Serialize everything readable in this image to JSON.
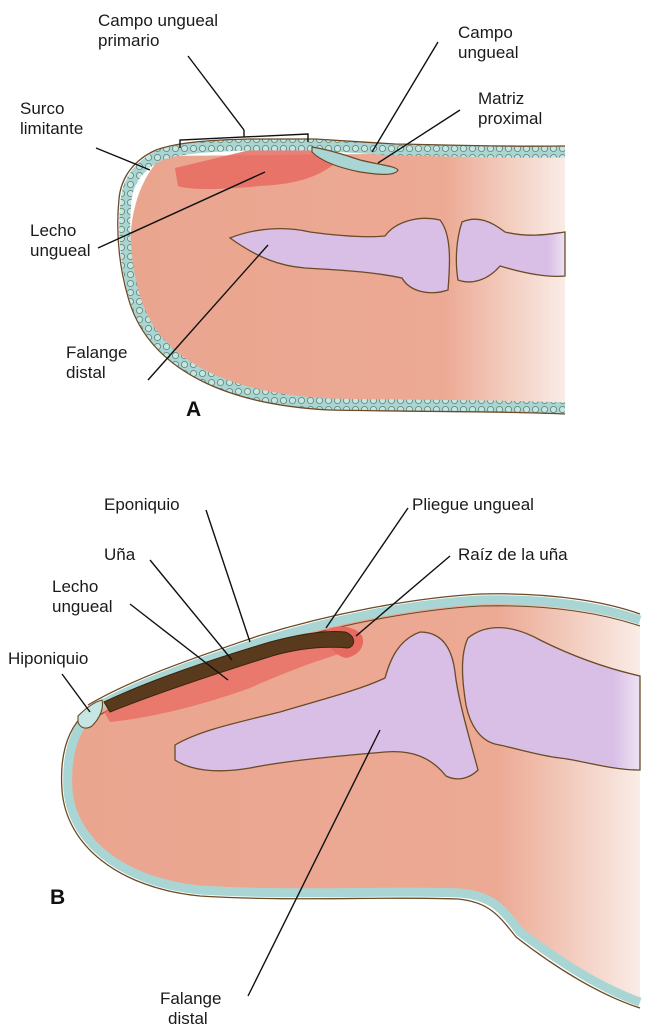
{
  "panel_a": {
    "letter": "A",
    "labels": {
      "campo_ungueal_primario": [
        "Campo ungueal",
        "primario"
      ],
      "campo_ungueal": [
        "Campo",
        "ungueal"
      ],
      "surco_limitante": [
        "Surco",
        "limitante"
      ],
      "matriz_proximal": [
        "Matriz",
        "proximal"
      ],
      "lecho_ungueal": [
        "Lecho",
        "ungueal"
      ],
      "falange_distal": [
        "Falange",
        "distal"
      ]
    }
  },
  "panel_b": {
    "letter": "B",
    "labels": {
      "eponiquio": "Eponiquio",
      "pliegue_ungueal": "Pliegue ungueal",
      "una": "Uña",
      "raiz_de_la_una": "Raíz de la uña",
      "lecho_ungueal": [
        "Lecho",
        "ungueal"
      ],
      "hiponiquio": "Hiponiquio",
      "falange_distal": [
        "Falange",
        "distal"
      ]
    }
  },
  "colors": {
    "tissue": "#eaa58f",
    "tissue_fade": "#f8e9e2",
    "bone": "#d9bfe6",
    "epidermis": "#a9d6d4",
    "nail_bed": "#e76a60",
    "nail": "#5a3a1c",
    "outline": "#6b4a26"
  }
}
